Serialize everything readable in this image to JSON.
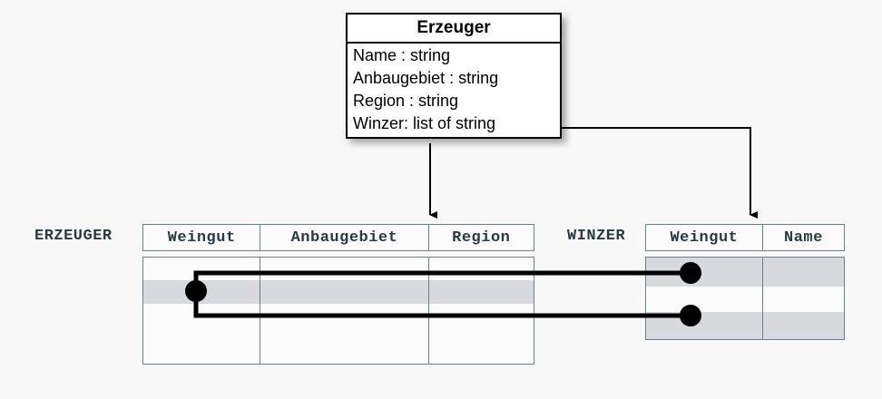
{
  "class_box": {
    "title": "Erzeuger",
    "attributes": [
      "Name : string",
      "Anbaugebiet : string",
      "Region : string",
      "Winzer: list of string"
    ]
  },
  "tables": [
    {
      "name": "ERZEUGER",
      "label": "ERZEUGER",
      "columns": [
        "Weingut",
        "Anbaugebiet",
        "Region"
      ],
      "row_count": 4,
      "highlighted_rows": [
        2
      ]
    },
    {
      "name": "WINZER",
      "label": "WINZER",
      "columns": [
        "Weingut",
        "Name"
      ],
      "row_count": 3,
      "highlighted_rows": [
        1,
        3
      ]
    }
  ],
  "connectors": {
    "elbow_from_attribute": "Winzer: list of string",
    "arrow_targets": [
      "ERZEUGER",
      "WINZER.Weingut"
    ],
    "link_dots": 3,
    "link_color": "#000000"
  },
  "colors": {
    "background": "#f8f8f8",
    "table_border": "#6e8086",
    "row_highlight": "#d8d9dd",
    "class_box_border": "#000000",
    "text": "#2b3a40",
    "connector": "#000000"
  }
}
